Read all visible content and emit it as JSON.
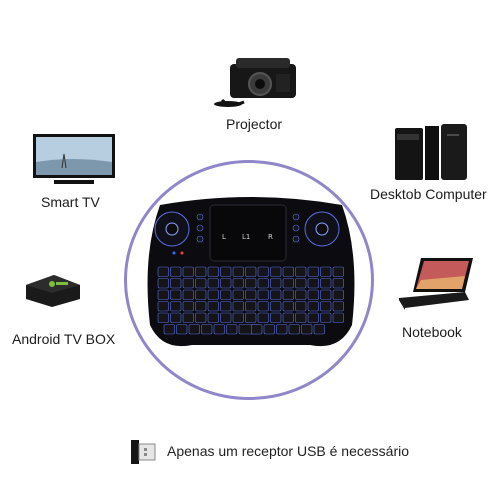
{
  "devices": {
    "projector": {
      "label": "Projector",
      "icon": "projector-icon"
    },
    "smart_tv": {
      "label": "Smart TV",
      "icon": "smart-tv-icon"
    },
    "desktop": {
      "label": "Desktob Computer",
      "icon": "desktop-computer-icon"
    },
    "android_box": {
      "label": "Android TV BOX",
      "icon": "android-tv-box-icon"
    },
    "notebook": {
      "label": "Notebook",
      "icon": "notebook-icon"
    }
  },
  "keyboard": {
    "icon": "mini-keyboard-icon",
    "touchpad_buttons": [
      "L",
      "L1",
      "R"
    ],
    "ring_color": "#8f87c9",
    "backlight_color": "#5d6fe0"
  },
  "footer": {
    "text": "Apenas um receptor USB é necessário",
    "icon": "usb-receiver-icon"
  }
}
